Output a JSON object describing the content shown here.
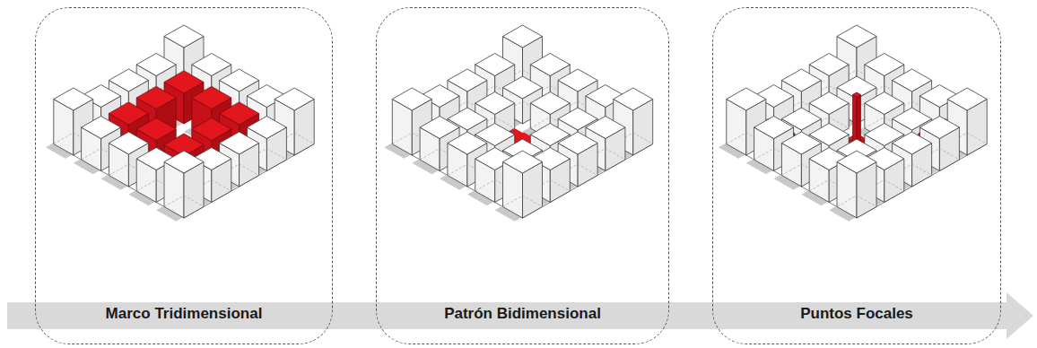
{
  "diagram": {
    "nodes": [
      {
        "text": [
          "Marco Tridimensional"
        ]
      },
      {
        "text": [
          "Patrón Bidimensional"
        ]
      },
      {
        "text": [
          "Puntos Focales"
        ]
      }
    ]
  }
}
